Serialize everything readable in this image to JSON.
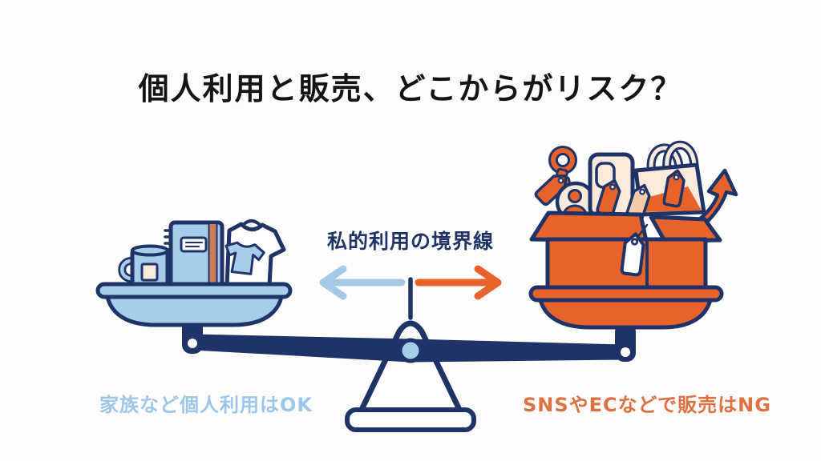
{
  "title": "個人利用と販売、どこからがリスク？",
  "boundary": {
    "label": "私的利用の境界線"
  },
  "left_side": {
    "caption": "家族など個人利用はOK",
    "items": [
      "mug",
      "spiral-notebook",
      "t-shirt"
    ]
  },
  "right_side": {
    "caption": "SNSやECなどで販売はNG",
    "items": [
      "keychain",
      "id-badge",
      "smartphone",
      "price-tags",
      "shopping-bag",
      "cardboard-box",
      "white-price-tag",
      "up-arrow"
    ]
  },
  "colors": {
    "navy": "#1e3468",
    "light-blue": "#a7cde9",
    "arrow-blue": "#a3cbe8",
    "sky-text": "#9cc7ec",
    "orange": "#e8632c",
    "orange-text": "#dd7142",
    "cream": "#faeadc",
    "peach": "#f6cba8",
    "spine-brown": "#c97f57",
    "title-black": "#141414",
    "background": "#fdfdfb"
  }
}
